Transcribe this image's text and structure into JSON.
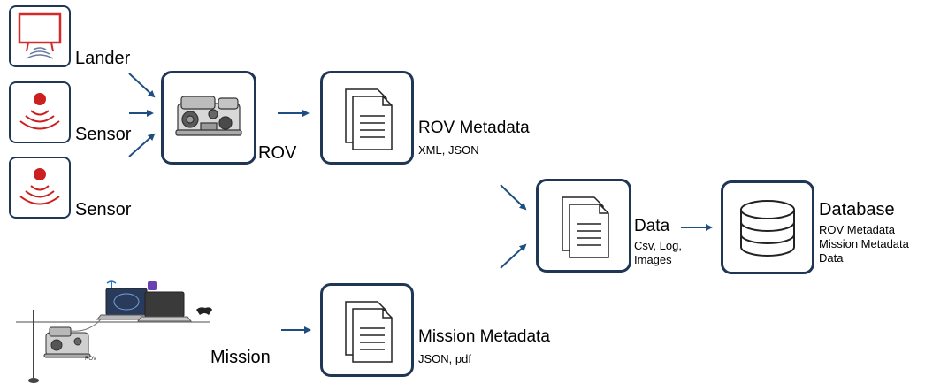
{
  "sources": {
    "lander": {
      "label": "Lander",
      "icon": "lander-icon"
    },
    "sensor1": {
      "label": "Sensor",
      "icon": "sensor-icon"
    },
    "sensor2": {
      "label": "Sensor",
      "icon": "sensor-icon"
    },
    "mission": {
      "label": "Mission",
      "icon": "mission-setup-icon",
      "rov_caption": "ROV"
    }
  },
  "rov": {
    "label": "ROV",
    "icon": "rov-vehicle-icon"
  },
  "rov_metadata": {
    "title": "ROV Metadata",
    "formats": "XML, JSON",
    "icon": "document-icon"
  },
  "mission_metadata": {
    "title": "Mission Metadata",
    "formats": "JSON, pdf",
    "icon": "document-icon"
  },
  "data": {
    "title": "Data",
    "formats": [
      "Csv, Log,",
      "Images"
    ],
    "icon": "document-icon"
  },
  "database": {
    "title": "Database",
    "contents": [
      "ROV Metadata",
      "Mission Metadata",
      "Data"
    ],
    "icon": "database-icon"
  },
  "colors": {
    "box_border": "#1f3655",
    "arrow": "#1f4f82",
    "sensor_red": "#cc1f1f",
    "lander_red": "#d42a2a"
  }
}
